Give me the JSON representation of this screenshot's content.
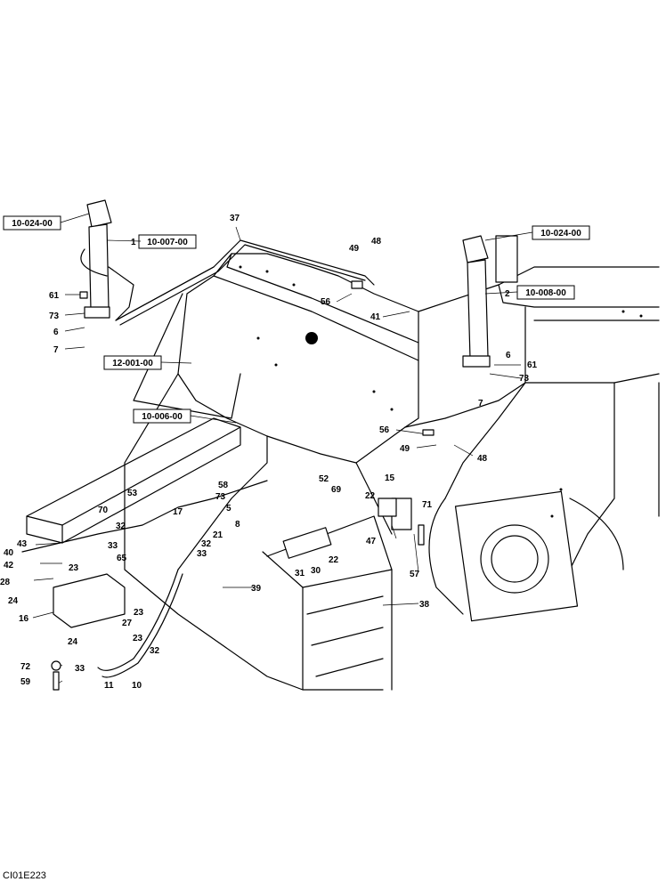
{
  "drawing_code": "CI01E223",
  "ref_boxes": [
    "10-024-00",
    "10-007-00",
    "10-024-00",
    "10-008-00",
    "12-001-00",
    "10-006-00"
  ],
  "labels": [
    "37",
    "1",
    "49",
    "48",
    "2",
    "61",
    "73",
    "6",
    "7",
    "56",
    "41",
    "6",
    "61",
    "73",
    "7",
    "56",
    "49",
    "48",
    "15",
    "22",
    "71",
    "47",
    "57",
    "52",
    "69",
    "58",
    "73",
    "5",
    "8",
    "53",
    "70",
    "17",
    "21",
    "32",
    "33",
    "65",
    "40",
    "43",
    "42",
    "28",
    "24",
    "16",
    "23",
    "32",
    "33",
    "30",
    "22",
    "31",
    "39",
    "38",
    "23",
    "27",
    "23",
    "24",
    "72",
    "33",
    "59",
    "11",
    "10",
    "32"
  ]
}
